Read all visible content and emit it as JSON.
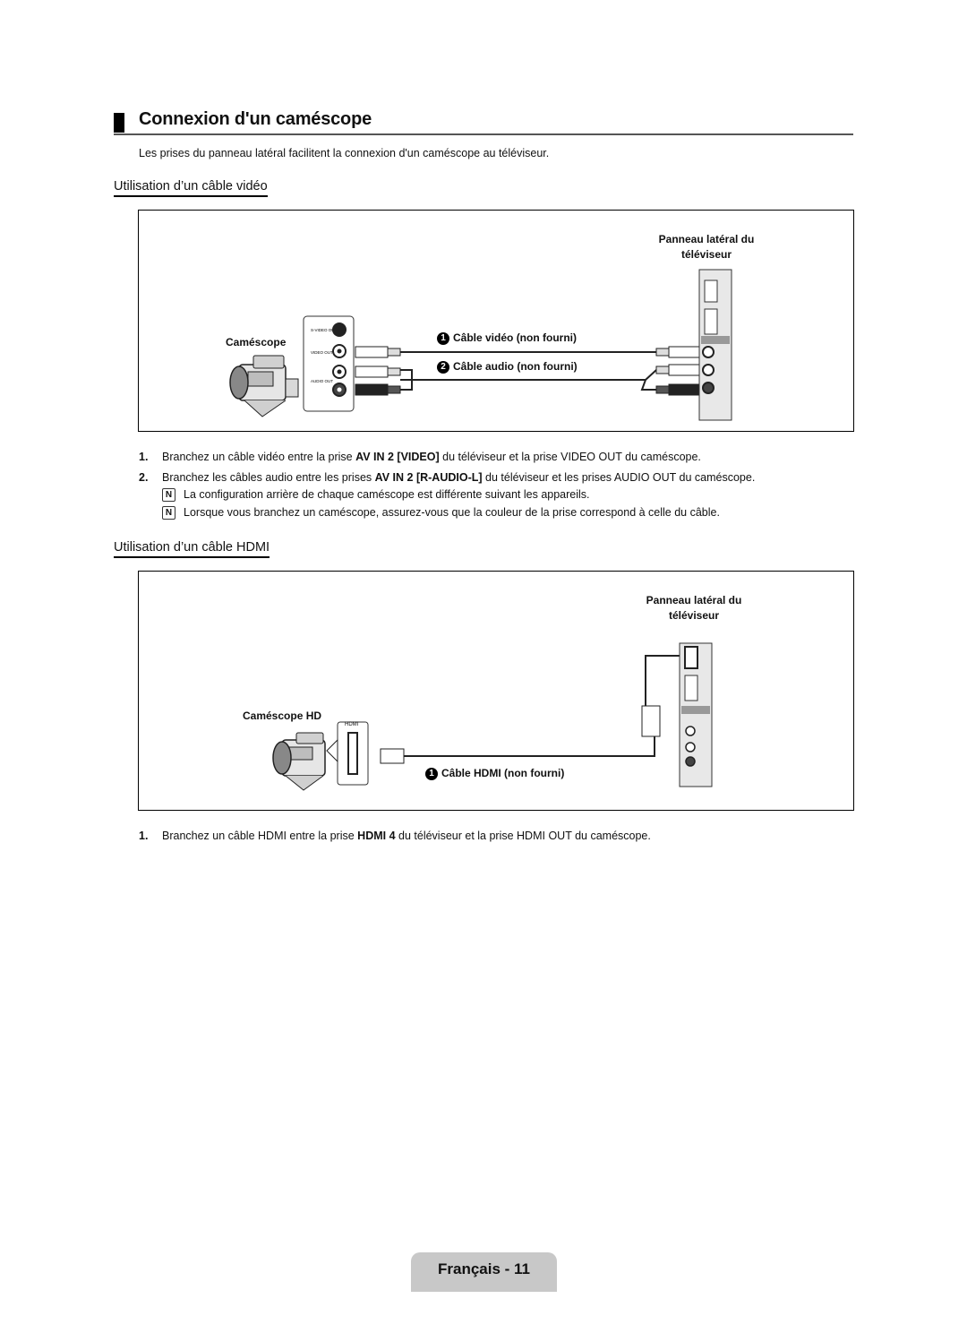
{
  "title": "Connexion d'un caméscope",
  "intro": "Les prises du panneau latéral facilitent la connexion d'un caméscope au téléviseur.",
  "section1": {
    "heading": "Utilisation d’un câble vidéo",
    "panel_label_1": "Panneau latéral du",
    "panel_label_2": "téléviseur",
    "device_label": "Caméscope",
    "cable1_num": "1",
    "cable1": "Câble vidéo (non fourni)",
    "cable2_num": "2",
    "cable2": "Câble audio (non fourni)",
    "steps": [
      {
        "n": "1.",
        "pre": "Branchez un câble vidéo entre la prise ",
        "bold": "AV IN 2 [VIDEO]",
        "post": " du téléviseur et la prise VIDEO OUT du caméscope."
      },
      {
        "n": "2.",
        "pre": "Branchez les câbles audio entre les prises ",
        "bold": "AV IN 2 [R-AUDIO-L]",
        "post": " du téléviseur et les prises AUDIO OUT du caméscope."
      }
    ],
    "notes": [
      "La configuration arrière de chaque caméscope est différente suivant les appareils.",
      "Lorsque vous branchez un caméscope, assurez-vous que la couleur de la prise correspond à celle du câble."
    ],
    "note_icon": "N"
  },
  "section2": {
    "heading": "Utilisation d’un câble HDMI",
    "panel_label_1": "Panneau latéral du",
    "panel_label_2": "téléviseur",
    "device_label": "Caméscope HD",
    "port_label": "HDMI",
    "cable1_num": "1",
    "cable1": "Câble HDMI (non fourni)",
    "steps": [
      {
        "n": "1.",
        "pre": "Branchez un câble HDMI entre la prise ",
        "bold": "HDMI 4",
        "post": " du téléviseur et la prise HDMI OUT du caméscope."
      }
    ]
  },
  "footer": "Français - 11"
}
